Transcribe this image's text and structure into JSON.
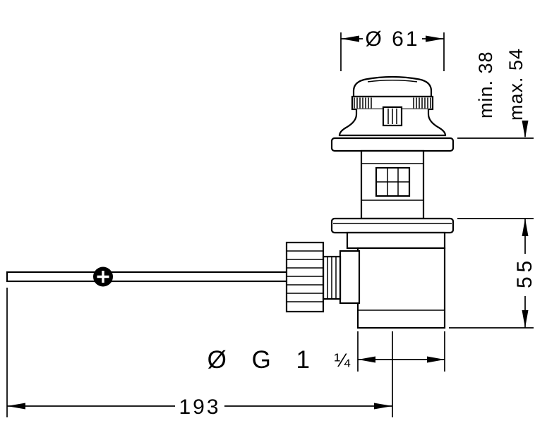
{
  "drawing": {
    "subject": "pop-up waste valve with lever rod, side elevation",
    "background": "#ffffff",
    "line_color": "#000000",
    "labels": {
      "cap_diameter": "Ø 61",
      "install_min": "min. 38",
      "install_max": "max. 54",
      "body_height": "55",
      "thread_size": "Ø G 1",
      "thread_fraction": "¼",
      "overall_length": "193"
    }
  }
}
